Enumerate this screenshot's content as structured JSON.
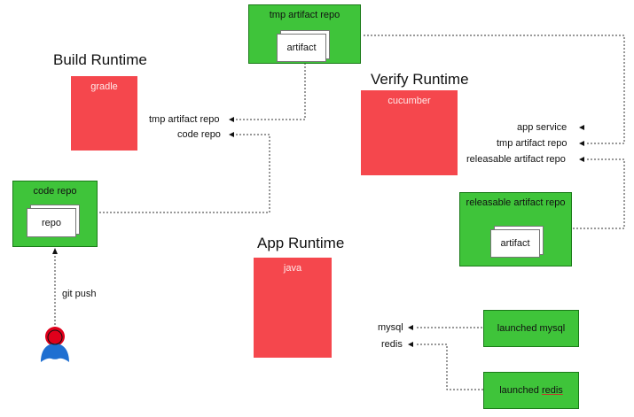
{
  "titles": {
    "build": "Build Runtime",
    "verify": "Verify Runtime",
    "app": "App Runtime"
  },
  "runtimes": {
    "gradle": "gradle",
    "cucumber": "cucumber",
    "java": "java"
  },
  "repos": {
    "tmp_artifact_repo": {
      "title": "tmp artifact repo",
      "doc": "artifact"
    },
    "code_repo": {
      "title": "code repo",
      "doc": "repo"
    },
    "releasable_artifact_repo": {
      "title": "releasable artifact repo",
      "doc": "artifact"
    },
    "launched_mysql": {
      "title": "launched mysql"
    },
    "launched_redis": {
      "title_prefix": "launched ",
      "title_underlined": "redis"
    }
  },
  "ports": {
    "build": [
      "tmp artifact repo",
      "code repo"
    ],
    "verify": [
      "app service",
      "tmp artifact repo",
      "releasable artifact repo"
    ],
    "app": [
      "mysql",
      "redis"
    ]
  },
  "edges": {
    "git_push": "git push"
  },
  "colors": {
    "runtime_red": "#f5474d",
    "repo_green": "#3fc43a",
    "person_red": "#e0001b",
    "person_blue": "#1f6fd1"
  }
}
